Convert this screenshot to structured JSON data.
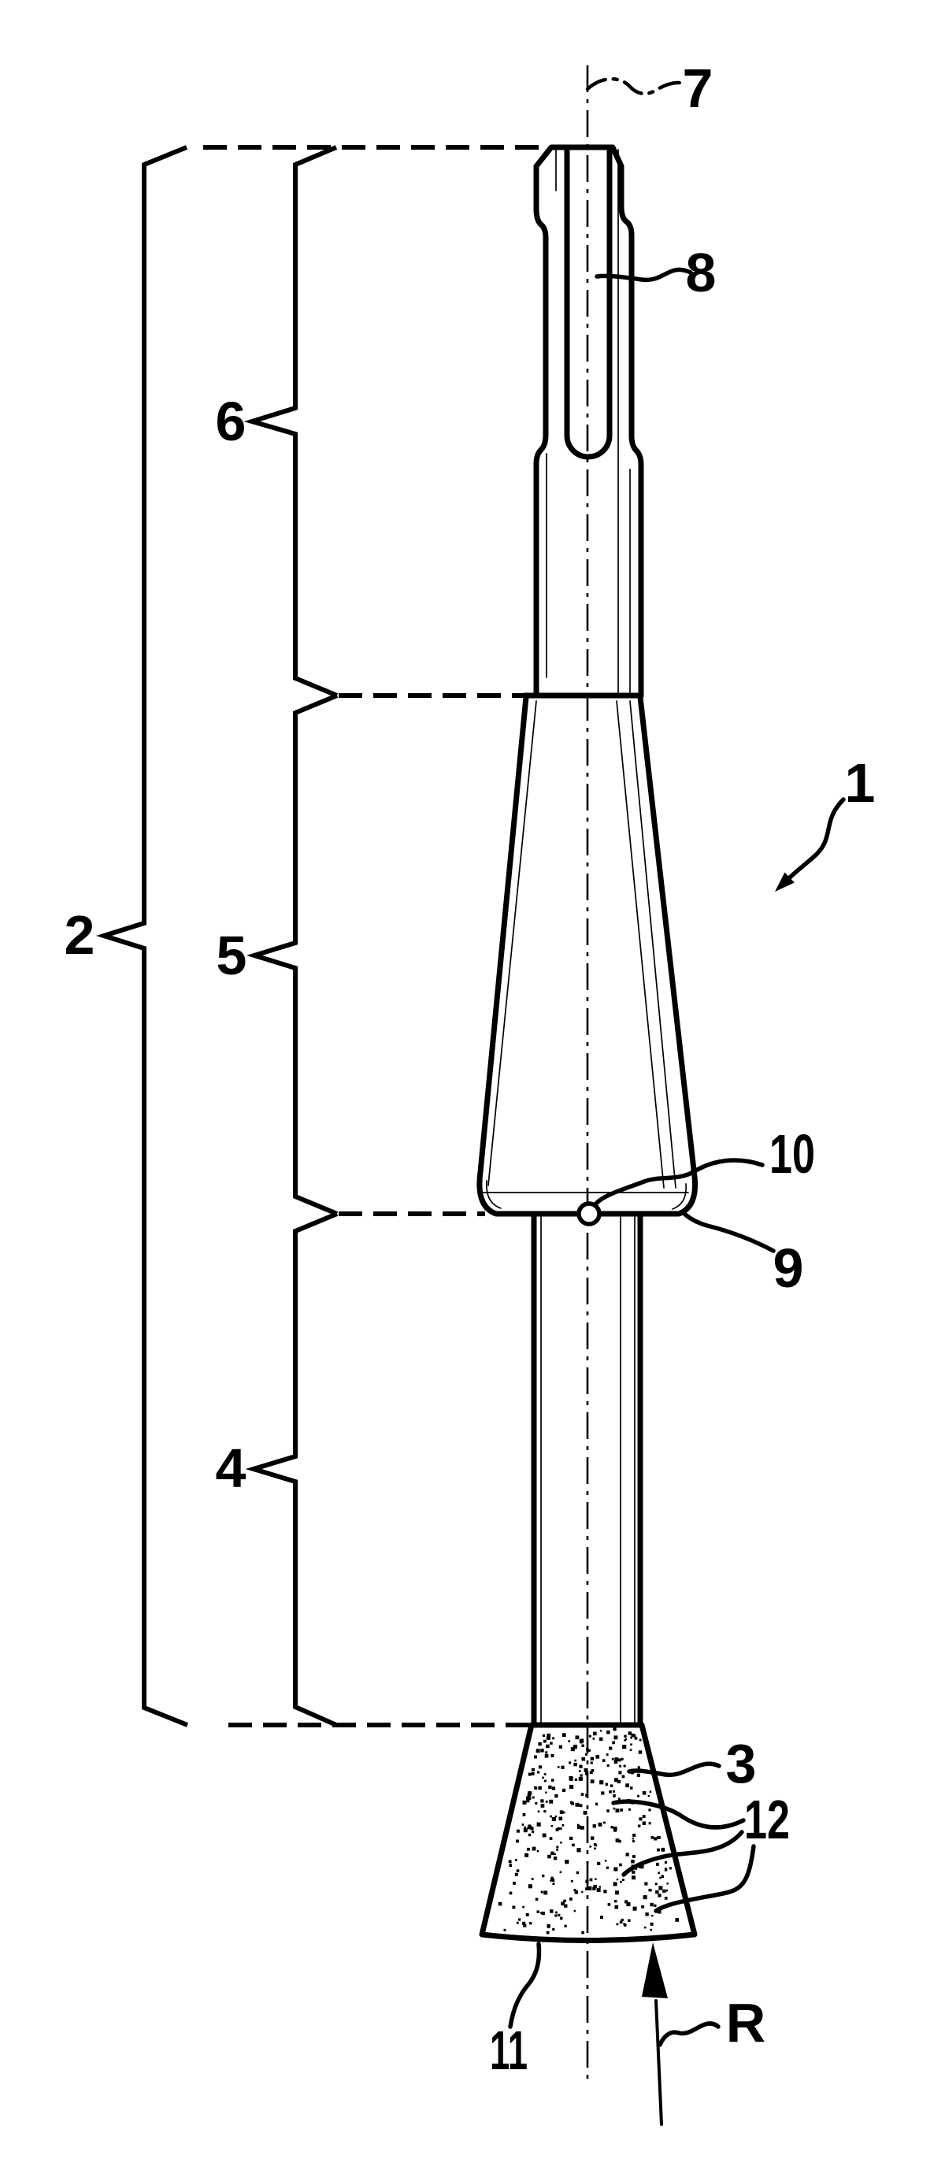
{
  "figure": {
    "background_color": "#ffffff",
    "line_color": "#000000",
    "labels": {
      "ref_1": "1",
      "ref_2": "2",
      "ref_3": "3",
      "ref_4": "4",
      "ref_5": "5",
      "ref_6": "6",
      "ref_7": "7",
      "ref_8": "8",
      "ref_9": "9",
      "ref_10": "10",
      "ref_11": "11",
      "ref_12": "12",
      "ref_R": "R"
    },
    "stipple": {
      "count": 290,
      "seed": 20240613
    }
  }
}
